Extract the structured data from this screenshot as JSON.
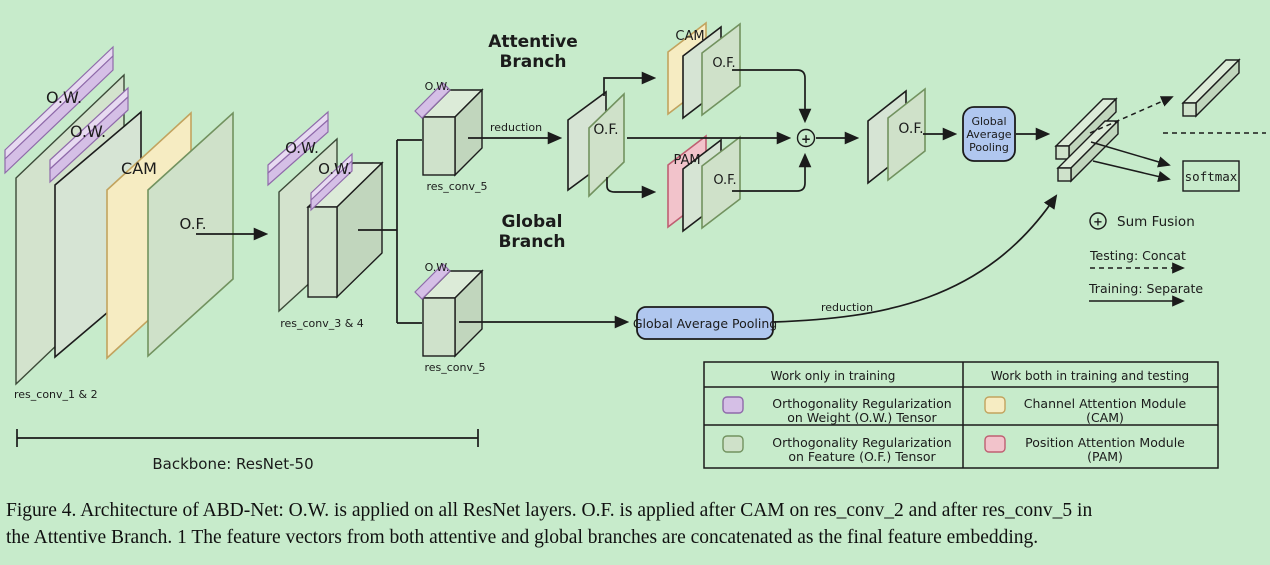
{
  "colors": {
    "background": "#c7ebcb",
    "ow_purple": "#d5bfe6",
    "of_green": "#cfe1c9",
    "cam_yellow": "#f6ecc2",
    "pam_pink": "#f2c3cb",
    "pooling_blue": "#b0c7ef"
  },
  "headers": {
    "attentive_1": "Attentive",
    "attentive_2": "Branch",
    "global_1": "Global",
    "global_2": "Branch"
  },
  "labels": {
    "ow": "O.W.",
    "of": "O.F.",
    "cam": "CAM",
    "pam": "PAM",
    "plus": "+",
    "res_conv_1_2": "res_conv_1 & 2",
    "res_conv_3_4": "res_conv_3 & 4",
    "res_conv_5": "res_conv_5",
    "reduction": "reduction",
    "softmax": "softmax",
    "gap_1": "Global",
    "gap_2": "Average",
    "gap_3": "Pooling",
    "gap_full": "Global Average Pooling",
    "backbone": "Backbone: ResNet-50"
  },
  "key": {
    "sum_fusion": "Sum Fusion",
    "testing": "Testing: Concat",
    "training": "Training: Separate"
  },
  "table": {
    "header_left": "Work only in training",
    "header_right": "Work both in training and testing",
    "rows": [
      {
        "left_1": "Orthogonality Regularization",
        "left_2": "on Weight (O.W.) Tensor",
        "right_1": "Channel Attention Module",
        "right_2": "(CAM)"
      },
      {
        "left_1": "Orthogonality Regularization",
        "left_2": "on Feature (O.F.) Tensor",
        "right_1": "Position Attention Module",
        "right_2": "(PAM)"
      }
    ]
  },
  "caption": {
    "line1": "Figure 4. Architecture of ABD-Net: O.W. is applied on all ResNet layers. O.F. is applied after CAM on res_conv_2 and after res_conv_5 in",
    "line2": "the Attentive Branch. 1 The feature vectors from both attentive and global branches are concatenated as the final feature embedding."
  }
}
